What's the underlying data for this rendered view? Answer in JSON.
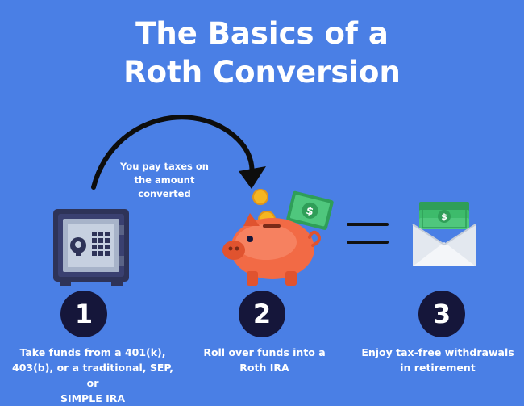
{
  "title": {
    "line1": "The Basics of a",
    "line2": "Roth Conversion"
  },
  "arrow_note": {
    "line1": "You pay taxes on",
    "line2": "the amount",
    "line3": "converted"
  },
  "steps": [
    {
      "number": "1",
      "icon": "safe-icon",
      "caption": [
        "Take funds from a 401(k),",
        "403(b), or a traditional, SEP, or",
        "SIMPLE IRA"
      ]
    },
    {
      "number": "2",
      "icon": "piggy-bank-icon",
      "caption": [
        "Roll over funds into a",
        "Roth IRA"
      ]
    },
    {
      "number": "3",
      "icon": "money-envelope-icon",
      "caption": [
        "Enjoy tax-free withdrawals",
        "in retirement"
      ]
    }
  ],
  "colors": {
    "background": "#4a7fe5",
    "circle": "#15163a",
    "piggy": "#f26a45",
    "money": "#3dbb6b",
    "coin": "#f5b621",
    "safe": "#2e3358"
  }
}
